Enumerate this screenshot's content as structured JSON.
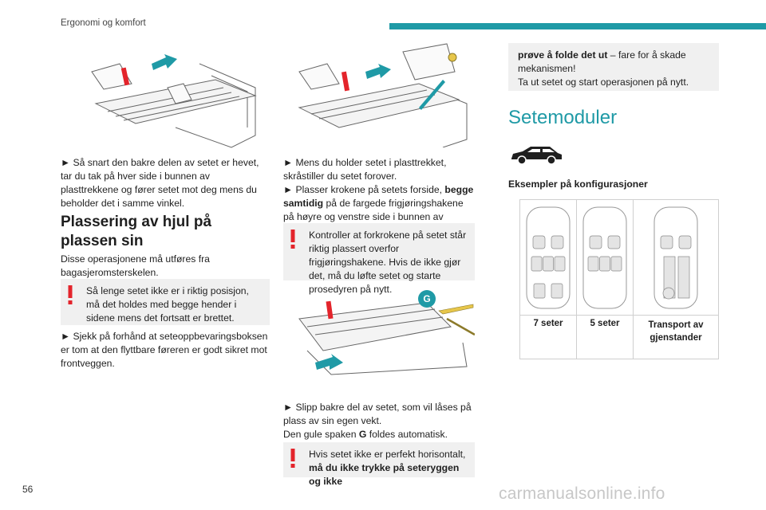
{
  "header": {
    "title": "Ergonomi og komfort"
  },
  "page_number": "56",
  "watermark": "carmanualsonline.info",
  "col1": {
    "para1": "► Så snart den bakre delen av setet er hevet, tar du tak på hver side i bunnen av plasttrekkene og fører setet mot deg mens du beholder det i samme vinkel.",
    "heading": "Plassering av hjul på plassen sin",
    "para2": "Disse operasjonene må utføres fra bagasjeromsterskelen.",
    "warning": "Så lenge setet ikke er i riktig posisjon, må det holdes med begge hender i sidene mens det fortsatt er brettet.",
    "para3": "► Sjekk på forhånd at seteoppbevaringsboksen er tom at den flyttbare føreren er godt sikret mot frontveggen."
  },
  "col2": {
    "para1": "► Mens du holder setet i plasttrekket, skråstiller du setet forover.",
    "para2_a": "► Plasser krokene på setets forside, ",
    "para2_b": "begge samtidig",
    "para2_c": " på de fargede frigjøringshakene på høyre og venstre side i bunnen av seteboksen.",
    "warning": "Kontroller at forkrokene på setet står riktig plassert overfor frigjøringshakene. Hvis de ikke gjør det, må du løfte setet og starte prosedyren på nytt.",
    "illus_label": "G",
    "para3": "► Slipp bakre del av setet, som vil låses på plass av sin egen vekt.",
    "para4_a": "Den gule spaken ",
    "para4_b": "G",
    "para4_c": " foldes automatisk.",
    "warning2_a": "Hvis setet ikke er perfekt horisontalt, ",
    "warning2_b": "må du ikke trykke på seteryggen og ikke"
  },
  "col3": {
    "box_a": "prøve å folde det ut",
    "box_b": " – fare for å skade mekanismen!",
    "box_c": "Ta ut setet og start operasjonen på nytt.",
    "title": "Setemoduler",
    "subheading": "Eksempler på konfigurasjoner",
    "configs": [
      "7 seter",
      "5 seter",
      "Transport av gjenstander"
    ]
  },
  "colors": {
    "accent": "#1f9aa6",
    "warning": "#e3242b",
    "lever": "#e7c64a"
  }
}
